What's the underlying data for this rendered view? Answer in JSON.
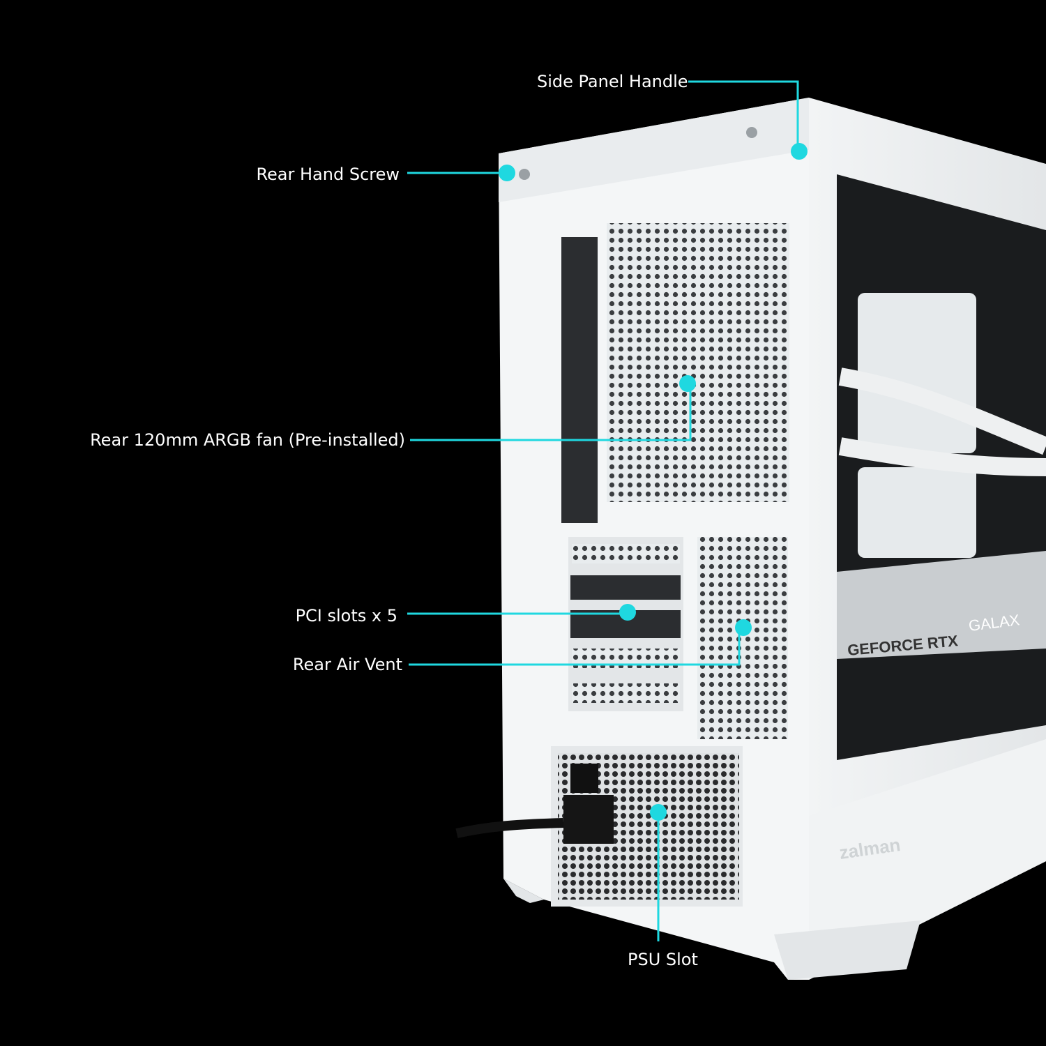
{
  "accent_color": "#1fd8e0",
  "product": {
    "brand_mark": "zalman",
    "gpu_text": "GEFORCE RTX",
    "gpu_brand": "GALAX"
  },
  "callouts": [
    {
      "id": "side-panel-handle",
      "label": "Side Panel Handle"
    },
    {
      "id": "rear-hand-screw",
      "label": "Rear Hand Screw"
    },
    {
      "id": "rear-fan",
      "label": "Rear 120mm ARGB fan (Pre-installed)"
    },
    {
      "id": "pci-slots",
      "label": "PCI slots x 5"
    },
    {
      "id": "rear-air-vent",
      "label": "Rear Air Vent"
    },
    {
      "id": "psu-slot",
      "label": "PSU Slot"
    }
  ]
}
